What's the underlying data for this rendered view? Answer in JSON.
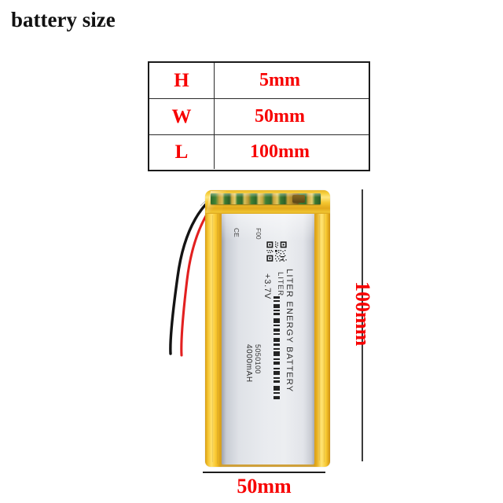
{
  "page": {
    "title": "battery size",
    "background_color": "#ffffff",
    "accent_color": "#f70000"
  },
  "spec_table": {
    "rows": [
      {
        "key": "H",
        "value": "5mm"
      },
      {
        "key": "W",
        "value": "50mm"
      },
      {
        "key": "L",
        "value": "100mm"
      }
    ]
  },
  "battery": {
    "label": {
      "brand": "LITER ENERGY BATTERY",
      "sub_brand": "LITER",
      "model": "5050100",
      "voltage": "+3.7V",
      "capacity": "4000mAH",
      "cert": "CE",
      "code": "F00"
    },
    "colors": {
      "foil": "#f3c02a",
      "cell": "#e9ebef",
      "pcb": "#3a7b32",
      "wire_positive": "#e02020",
      "wire_negative": "#1a1a1a"
    },
    "wires": [
      {
        "name": "negative-wire",
        "color": "#141414"
      },
      {
        "name": "positive-wire",
        "color": "#e22020"
      }
    ]
  },
  "dimensions": {
    "height_label": "100mm",
    "width_label": "50mm"
  }
}
